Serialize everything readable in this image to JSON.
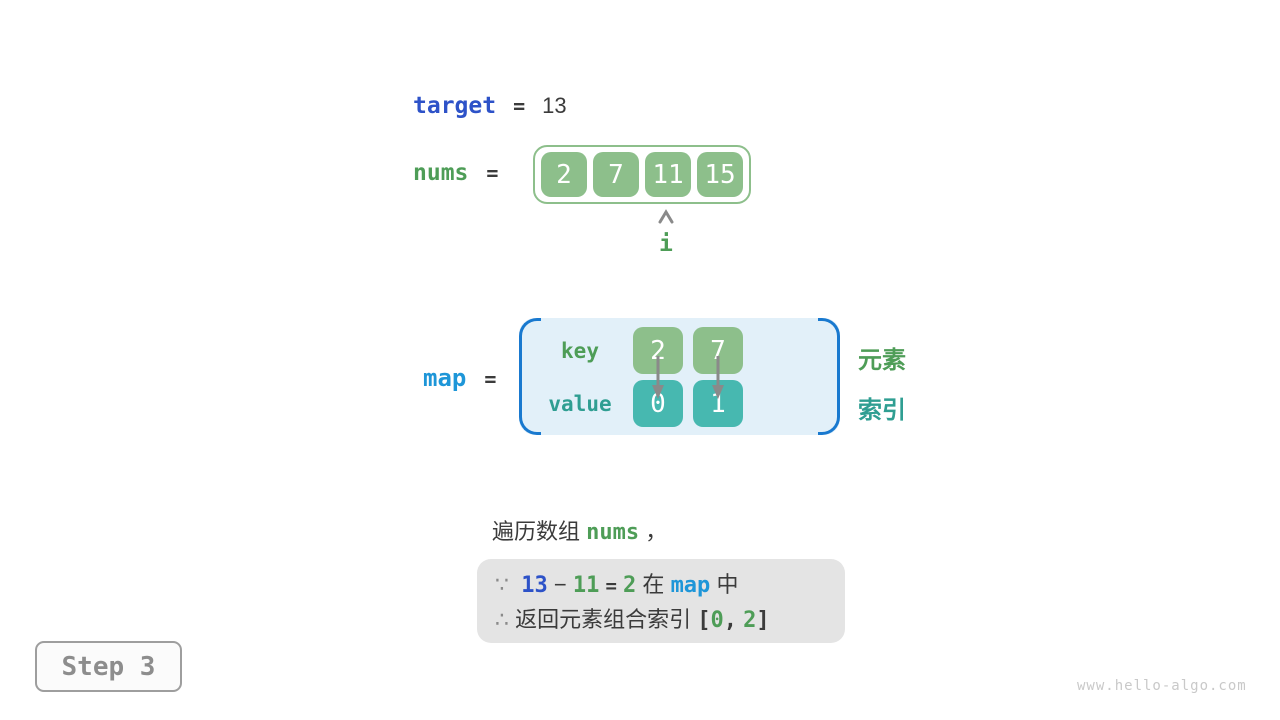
{
  "colors": {
    "royal_blue": "#2d52c8",
    "azure_blue": "#1e96d8",
    "bracket_blue": "#1979cf",
    "map_fill": "#e2f0f9",
    "green_cell": "#8dbf8b",
    "teal_cell": "#47b8b0",
    "green_text": "#4e9d57",
    "teal_text": "#2f9e92",
    "dark_text": "#3b3b3b",
    "gray": "#8a8a8a",
    "concl_bg": "#e4e4e4"
  },
  "target_row": {
    "label": "target",
    "equals": "=",
    "value": "13"
  },
  "nums_row": {
    "label": "nums",
    "equals": "=",
    "cells": [
      "2",
      "7",
      "11",
      "15"
    ],
    "pointer": {
      "icon": "up-caret",
      "label": "i"
    }
  },
  "map_row": {
    "label": "map",
    "equals": "=",
    "key_label": "key",
    "value_label": "value",
    "keys": [
      "2",
      "7"
    ],
    "values": [
      "0",
      "1"
    ],
    "element_label": "元素",
    "index_label": "索引"
  },
  "caption": {
    "prefix": "遍历数组",
    "code": "nums",
    "suffix": "，"
  },
  "conclusion": {
    "line1": {
      "because": "∵",
      "n13": "13",
      "minus": "−",
      "n11": "11",
      "equals": "=",
      "n2": "2",
      "zai": "在",
      "map": "map",
      "zhong": "中"
    },
    "line2": {
      "therefore": "∴",
      "text": "返回元素组合索引",
      "open": "[",
      "n0": "0",
      "comma": ",",
      "n2": "2",
      "close": "]"
    }
  },
  "step_badge": {
    "label": "Step 3"
  },
  "watermark": "www.hello-algo.com"
}
